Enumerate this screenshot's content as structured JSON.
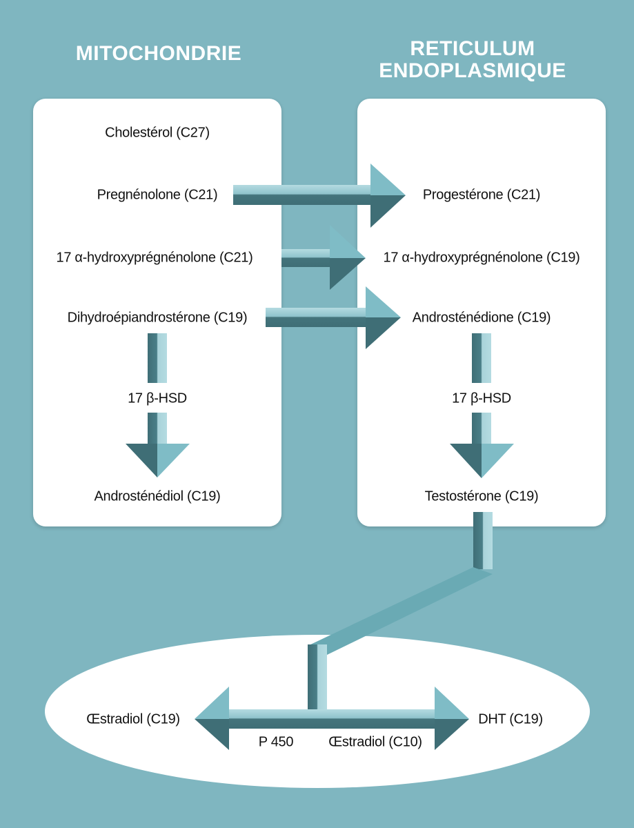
{
  "titles": {
    "mitochondrie": "MITOCHONDRIE",
    "reticulum_line1": "RETICULUM",
    "reticulum_line2": "ENDOPLASMIQUE"
  },
  "mitochondrie": {
    "cholesterol": "Cholestérol (C27)",
    "pregnenolone": "Pregnénolone (C21)",
    "hydroxy": "17 α-hydroxyprégnénolone (C21)",
    "dhea": "Dihydroépiandrostérone (C19)",
    "enzyme": "17 β-HSD",
    "androstenediol": "Androsténédiol (C19)"
  },
  "reticulum": {
    "progesterone": "Progestérone (C21)",
    "hydroxy": "17 α-hydroxyprégnénolone (C19)",
    "androstenedione": "Androsténédione (C19)",
    "enzyme": "17 β-HSD",
    "testosterone": "Testostérone (C19)"
  },
  "bottom": {
    "oestradiol_left": "Œstradiol (C19)",
    "p450": "P 450",
    "oestradiol_c10": "Œstradiol (C10)",
    "dht": "DHT (C19)"
  },
  "colors": {
    "background": "#7fb6c0",
    "arrow_light": "#a9d3da",
    "arrow_mid": "#6fadb8",
    "arrow_dark": "#3f6e76"
  }
}
